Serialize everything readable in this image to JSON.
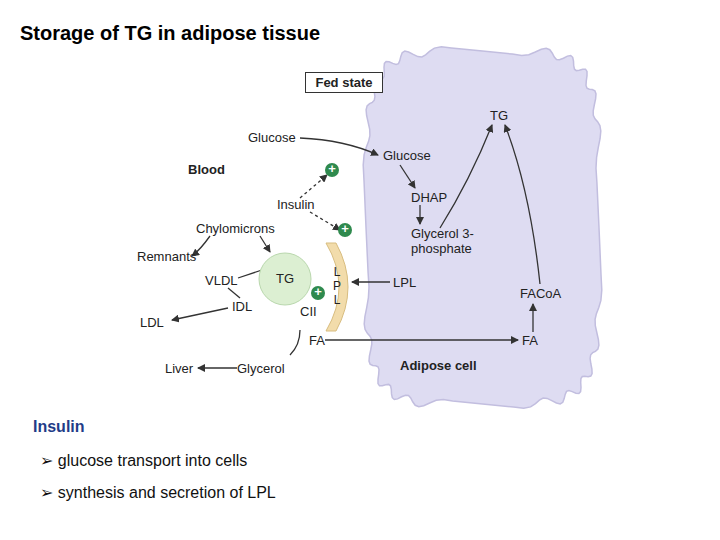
{
  "diagram": {
    "title": "Storage of TG in adipose tissue",
    "nodes": [
      {
        "text": [
          "Fed state"
        ]
      },
      {
        "text": [
          "Adipose cell"
        ]
      },
      {
        "text": [
          "+"
        ]
      },
      {
        "text": [
          "+"
        ]
      },
      {
        "text": [
          "TG"
        ]
      },
      {
        "text": [
          "L P L"
        ]
      },
      {
        "text": [
          "+"
        ]
      }
    ],
    "labels": [
      "Glucose",
      "Blood",
      "Insulin",
      "Chylomicrons",
      "Remnants",
      "VLDL",
      "IDL",
      "LDL",
      "Liver",
      "Glycerol",
      "FA",
      "CII",
      "Glucose",
      "DHAP",
      "Glycerol 3-phosphate",
      "LPL",
      "TG",
      "FACoA",
      "FA",
      "Insulin",
      "➢ glucose transport into cells",
      "➢ synthesis and secretion of LPL"
    ]
  }
}
